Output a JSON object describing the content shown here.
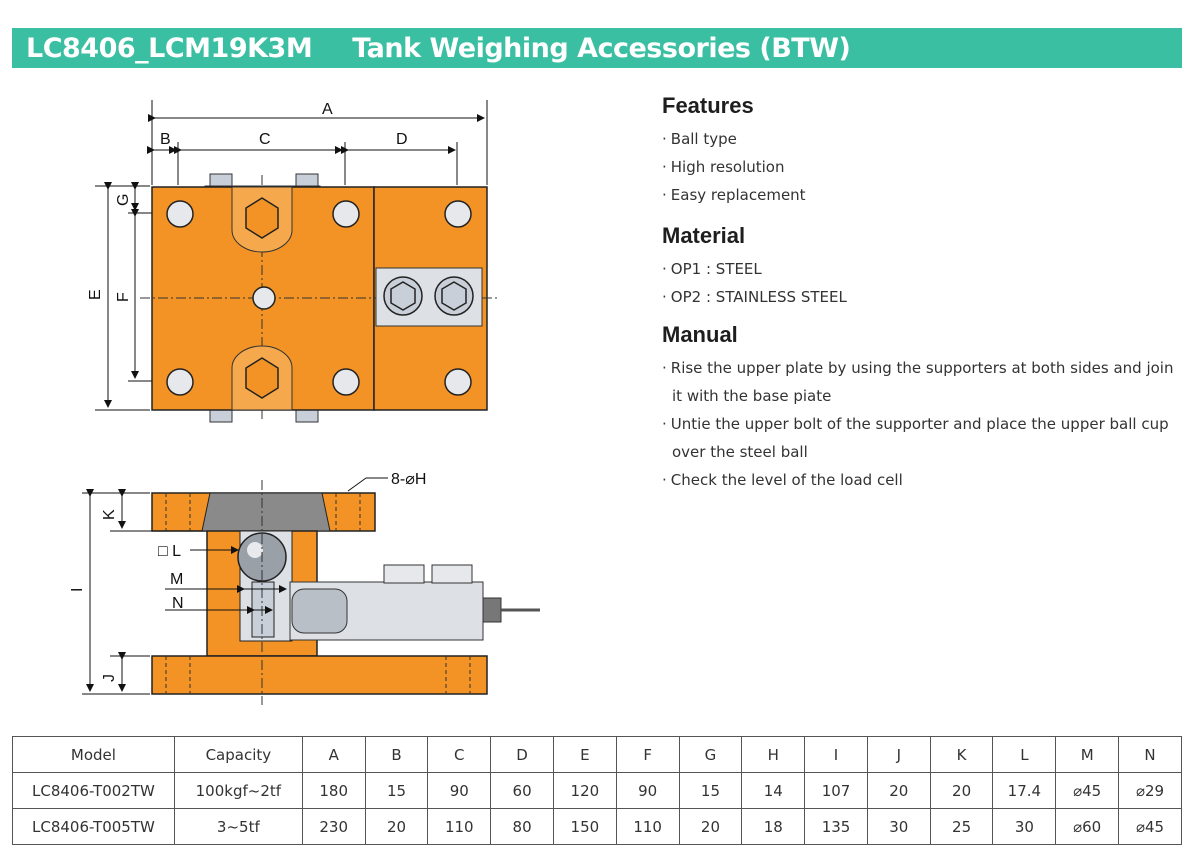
{
  "header": {
    "model_code": "LC8406_LCM19K3M",
    "title": "Tank Weighing Accessories (BTW)"
  },
  "drawing": {
    "top_view_labels": {
      "A": "A",
      "B": "B",
      "C": "C",
      "D": "D",
      "E": "E",
      "F": "F",
      "G": "G"
    },
    "side_view_labels": {
      "hole": "8-⌀H",
      "K": "K",
      "L": "□ L",
      "M": "M",
      "N": "N",
      "I": "I",
      "J": "J"
    }
  },
  "features": {
    "heading": "Features",
    "items": [
      "Ball type",
      "High resolution",
      "Easy replacement"
    ]
  },
  "material": {
    "heading": "Material",
    "items": [
      "OP1 : STEEL",
      "OP2 : STAINLESS STEEL"
    ]
  },
  "manual": {
    "heading": "Manual",
    "items": [
      "Rise the upper plate by using the supporters at both sides and join it with the base piate",
      "Untie the upper bolt of the supporter and place the upper ball cup over the steel ball",
      "Check the level of the load cell"
    ]
  },
  "table": {
    "headers": [
      "Model",
      "Capacity",
      "A",
      "B",
      "C",
      "D",
      "E",
      "F",
      "G",
      "H",
      "I",
      "J",
      "K",
      "L",
      "M",
      "N"
    ],
    "rows": [
      [
        "LC8406-T002TW",
        "100kgf~2tf",
        "180",
        "15",
        "90",
        "60",
        "120",
        "90",
        "15",
        "14",
        "107",
        "20",
        "20",
        "17.4",
        "⌀45",
        "⌀29"
      ],
      [
        "LC8406-T005TW",
        "3~5tf",
        "230",
        "20",
        "110",
        "80",
        "150",
        "110",
        "20",
        "18",
        "135",
        "30",
        "25",
        "30",
        "⌀60",
        "⌀45"
      ]
    ]
  },
  "colors": {
    "header_bg": "#3bbfa3",
    "plate_orange": "#f39325",
    "steel_gray": "#c9cfd8"
  }
}
